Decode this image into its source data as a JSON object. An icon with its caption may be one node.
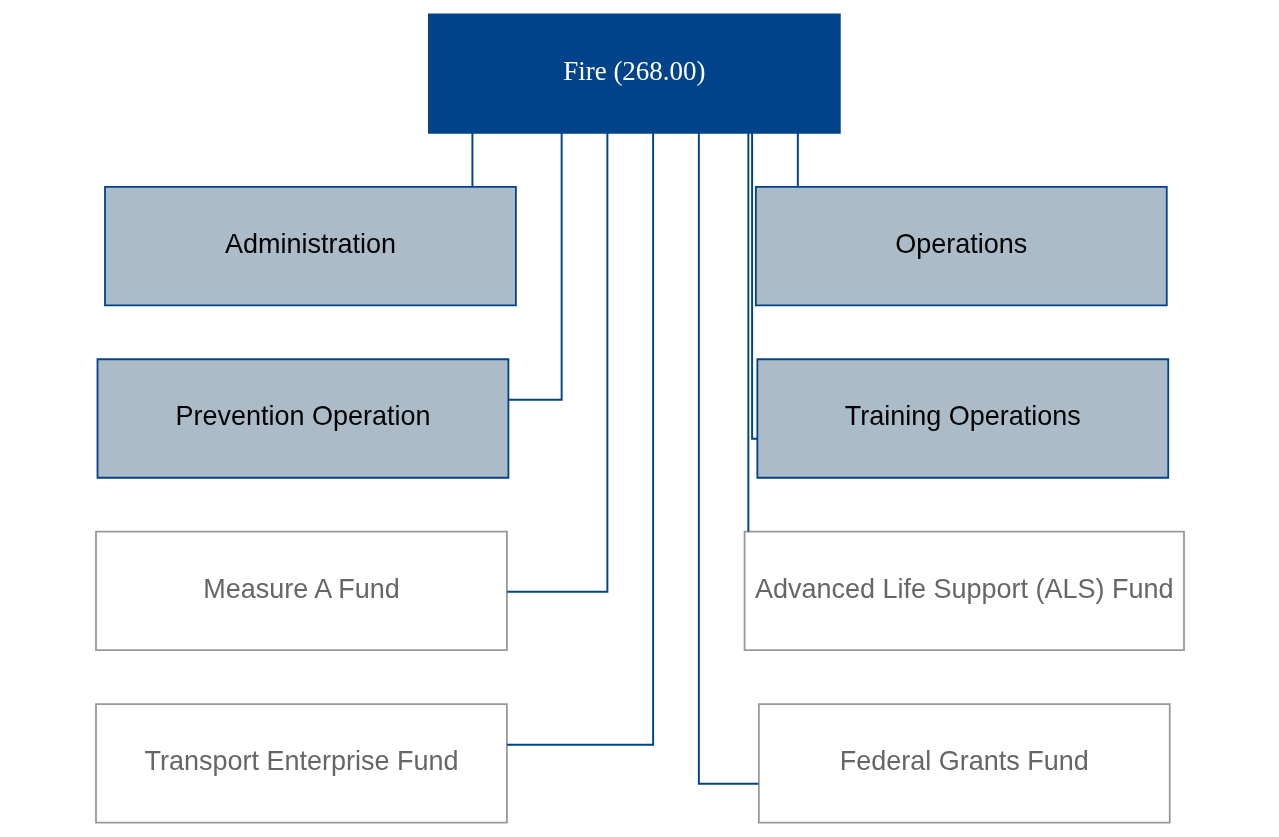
{
  "diagram": {
    "nodes": [
      {
        "text": [
          "Fire (268.00)"
        ]
      },
      {
        "text": [
          "Administration"
        ]
      },
      {
        "text": [
          "Operations"
        ]
      },
      {
        "text": [
          "Prevention Operation"
        ]
      },
      {
        "text": [
          "Training Operations"
        ]
      },
      {
        "text": [
          "Measure A Fund"
        ]
      },
      {
        "text": [
          "Advanced Life Support (ALS) Fund"
        ]
      },
      {
        "text": [
          "Transport Enterprise Fund"
        ]
      },
      {
        "text": [
          "Federal Grants Fund"
        ]
      }
    ],
    "edges": [
      {
        "from": 0,
        "to": 1,
        "arrow": "none"
      },
      {
        "from": 0,
        "to": 2,
        "arrow": "none"
      },
      {
        "from": 0,
        "to": 3,
        "arrow": "none"
      },
      {
        "from": 0,
        "to": 4,
        "arrow": "none"
      },
      {
        "from": 0,
        "to": 5,
        "arrow": "none"
      },
      {
        "from": 0,
        "to": 6,
        "arrow": "none"
      },
      {
        "from": 0,
        "to": 7,
        "arrow": "none"
      },
      {
        "from": 0,
        "to": 8,
        "arrow": "none"
      }
    ]
  }
}
